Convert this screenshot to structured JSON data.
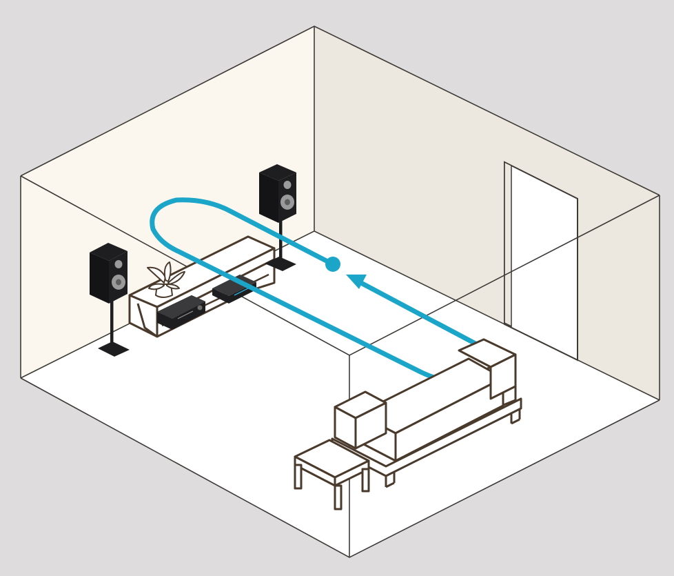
{
  "colors": {
    "background": "#dedcdd",
    "left_wall": "#fbf7ef",
    "back_wall": "#ede8df",
    "floor": "#ffffff",
    "room_outline": "#3d3a36",
    "furniture_outline": "#4a3a2c",
    "speaker_body": "#1e1e20",
    "speaker_driver": "#9a9a9a",
    "path": "#1ba6c9"
  },
  "diagram": {
    "objects": [
      "left-wall",
      "back-wall",
      "floor",
      "doorway",
      "media-console",
      "plant",
      "receiver",
      "streamer",
      "left-speaker",
      "right-speaker",
      "sofa",
      "side-table",
      "listening-path-loop",
      "start-point",
      "direction-arrow"
    ]
  }
}
